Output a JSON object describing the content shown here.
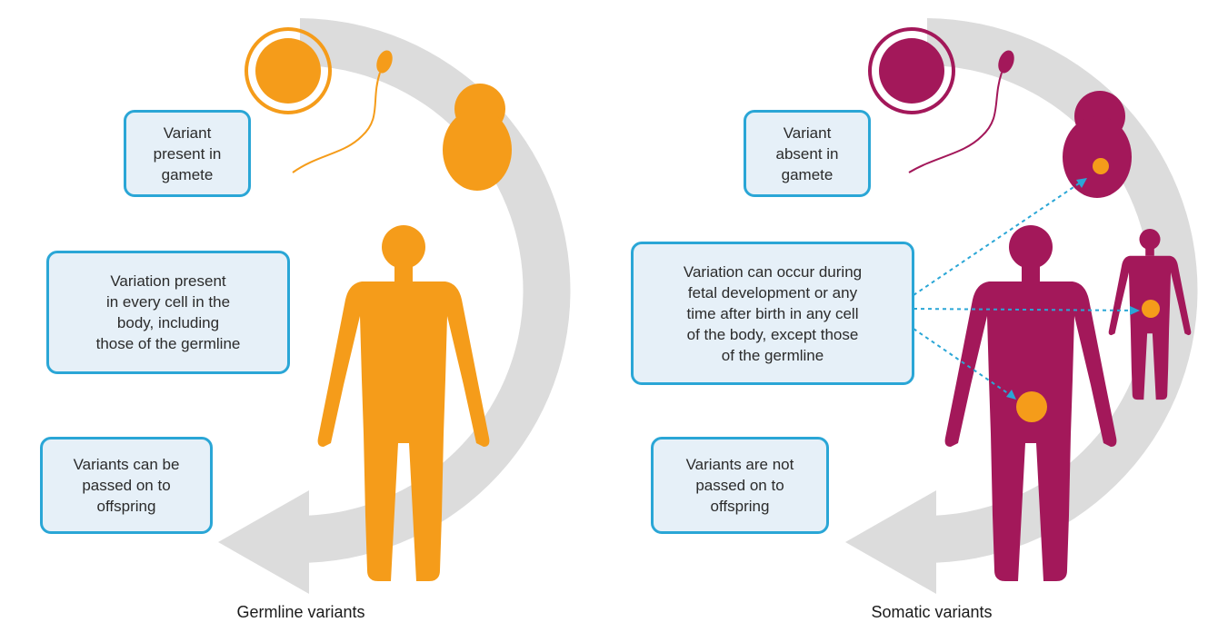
{
  "colors": {
    "germline": "#f59c1a",
    "somatic": "#a3185a",
    "arrow": "#dcdcdc",
    "box_fill": "#e6f0f8",
    "box_border": "#2aa6d6",
    "dotted_line": "#2aa6d6"
  },
  "germline": {
    "box_gamete": "Variant\npresent in\ngamete",
    "box_every_cell": "Variation present\nin every cell in the\nbody, including\nthose of the germline",
    "box_offspring": "Variants can be\npassed on to\noffspring",
    "caption": "Germline variants"
  },
  "somatic": {
    "box_gamete": "Variant\nabsent in\ngamete",
    "box_occur": "Variation can occur during\nfetal development or any\ntime after birth in any cell\nof the body, except those\nof the germline",
    "box_offspring": "Variants are not\npassed on to\noffspring",
    "caption": "Somatic variants"
  },
  "icons": [
    "egg-cell-icon",
    "sperm-icon",
    "fetus-icon",
    "adult-body-icon",
    "child-body-icon",
    "variant-spot-icon",
    "cycle-arrow-icon"
  ]
}
